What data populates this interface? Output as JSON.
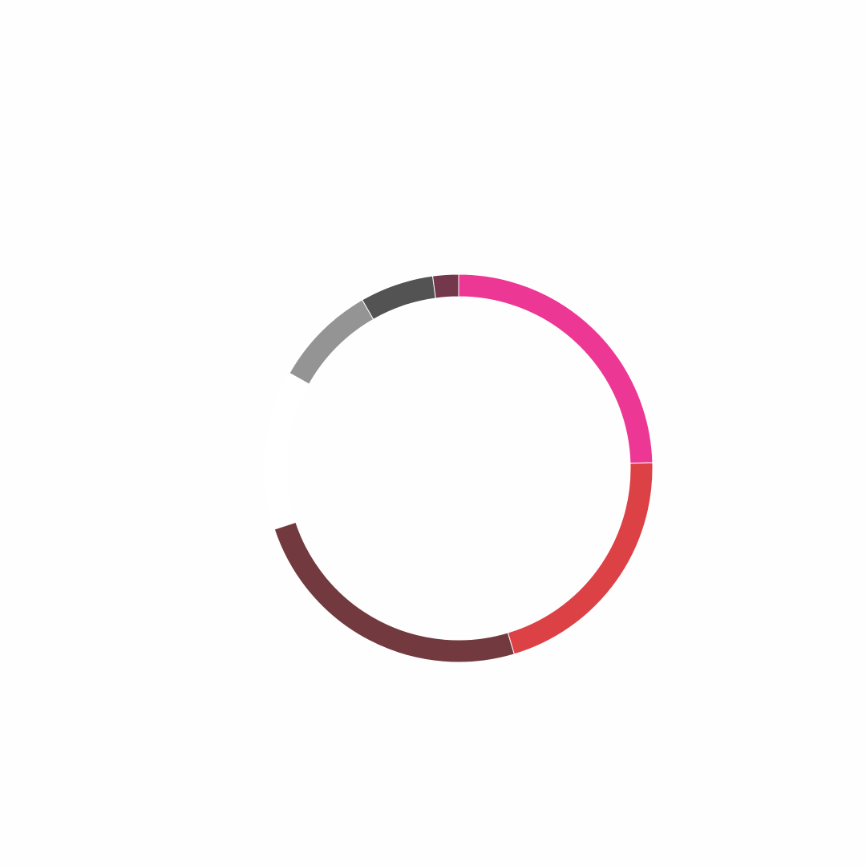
{
  "chart_data": {
    "type": "pie",
    "variant": "donut",
    "legend": "none",
    "start_angle_deg": 0,
    "direction": "clockwise",
    "slices": [
      {
        "value": 25.2,
        "color": "#ec3894"
      },
      {
        "value": 21.4,
        "color": "#dc4146"
      },
      {
        "value": 25.2,
        "color": "#723a3e"
      },
      {
        "value": 13.6,
        "color": "#ffffff"
      },
      {
        "value": 8.8,
        "color": "#949494"
      },
      {
        "value": 6.3,
        "color": "#535353"
      },
      {
        "value": 2.2,
        "color": "#74384d"
      }
    ]
  }
}
